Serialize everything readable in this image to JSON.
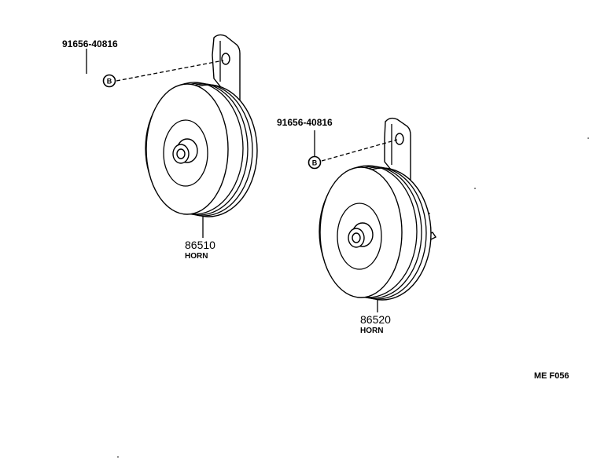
{
  "parts": [
    {
      "fastener_part_no": "91656-40816",
      "fastener_ref": "B",
      "horn_part_no": "86510",
      "horn_name": "HORN"
    },
    {
      "fastener_part_no": "91656-40816",
      "fastener_ref": "B",
      "horn_part_no": "86520",
      "horn_name": "HORN"
    }
  ],
  "diagram_code": "ME F056"
}
